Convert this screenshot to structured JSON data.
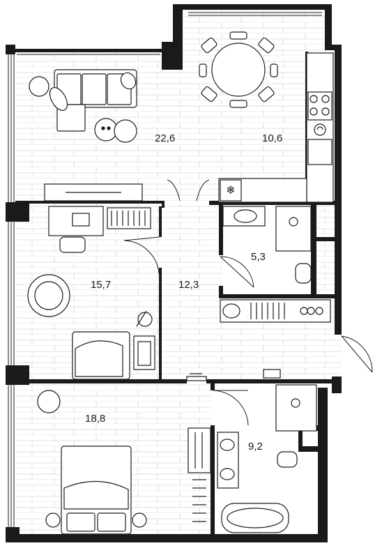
{
  "rooms": [
    {
      "id": "living",
      "area": "22,6"
    },
    {
      "id": "kitchen",
      "area": "10,6"
    },
    {
      "id": "study",
      "area": "15,7"
    },
    {
      "id": "hall",
      "area": "12,3"
    },
    {
      "id": "bath-small",
      "area": "5,3"
    },
    {
      "id": "bedroom",
      "area": "18,8"
    },
    {
      "id": "bath-large",
      "area": "9,2"
    }
  ],
  "colors": {
    "wall": "#1a1a1a",
    "floor_line": "#d4d4d4",
    "fixture": "#2a2a2a",
    "background": "#ffffff"
  }
}
